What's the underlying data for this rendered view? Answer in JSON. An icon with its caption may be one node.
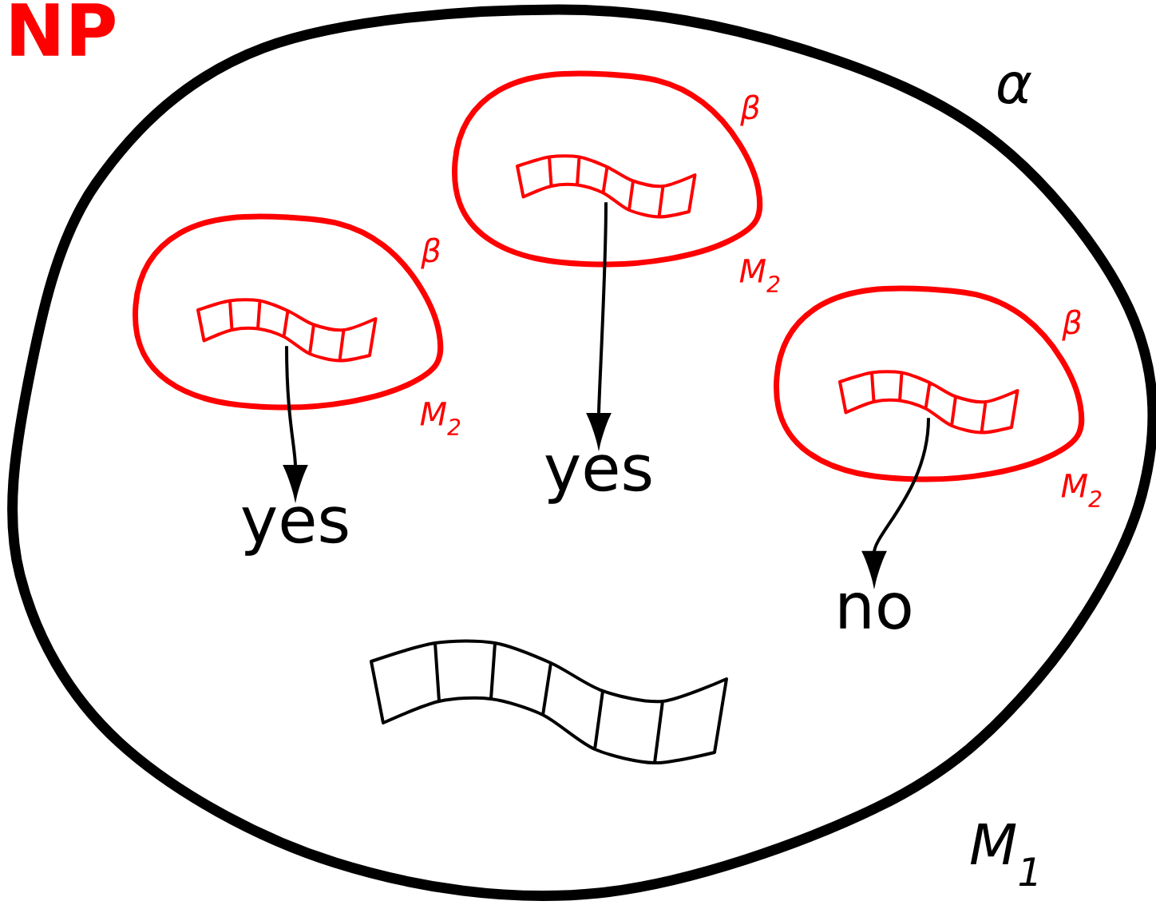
{
  "diagram": {
    "nodes": [
      {
        "text": [
          "α",
          "M$_{1}$"
        ]
      },
      {
        "text": [
          "β",
          "M$_{2}$"
        ],
        "in": 0
      },
      {
        "text": [
          "β",
          "M$_{2}$"
        ],
        "in": 0
      },
      {
        "text": [
          "β",
          "M$_{2}$"
        ],
        "in": 0
      },
      {
        "text": [],
        "shape": "picture",
        "in": 1
      },
      {
        "text": [],
        "shape": "picture",
        "in": 2
      },
      {
        "text": [],
        "shape": "picture",
        "in": 3
      },
      {
        "text": [
          "yes"
        ],
        "in": 0
      },
      {
        "text": [
          "yes"
        ],
        "in": 0
      },
      {
        "text": [
          "no"
        ],
        "in": 0
      },
      {
        "text": [],
        "shape": "picture",
        "in": 0
      }
    ],
    "edges": [
      {
        "from": 4,
        "to": 7,
        "arrow": "to"
      },
      {
        "from": 5,
        "to": 8,
        "arrow": "to"
      },
      {
        "from": 6,
        "to": 9,
        "arrow": "to"
      }
    ],
    "labels": [
      "NP"
    ]
  }
}
